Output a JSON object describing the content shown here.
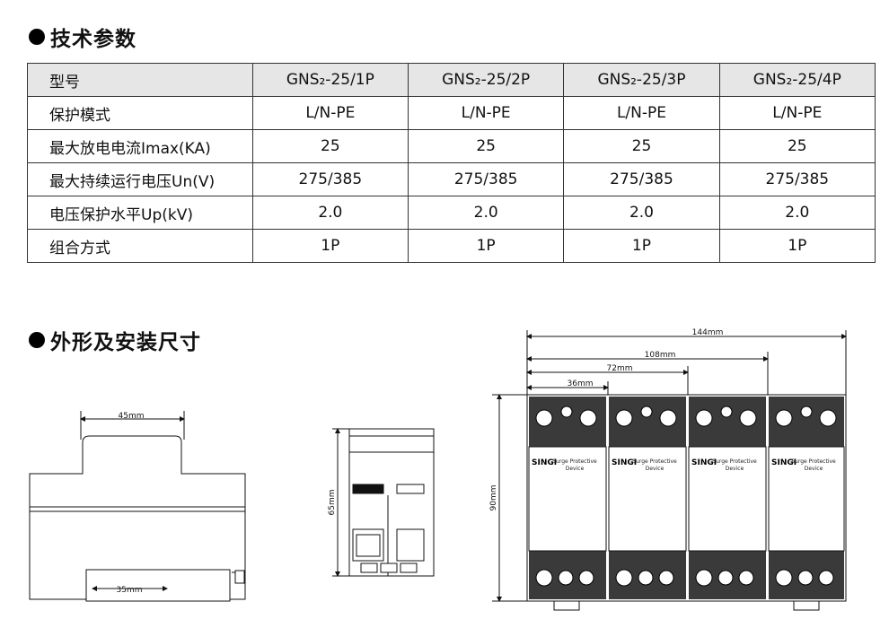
{
  "section_tech": "技术参数",
  "section_dims": "外形及安装尺寸",
  "table": {
    "header_label": "型号",
    "models": [
      "GNS₂-25/1P",
      "GNS₂-25/2P",
      "GNS₂-25/3P",
      "GNS₂-25/4P"
    ],
    "rows": [
      {
        "label": "保护模式",
        "values": [
          "L/N-PE",
          "L/N-PE",
          "L/N-PE",
          "L/N-PE"
        ]
      },
      {
        "label": "最大放电电流Imax(KA)",
        "values": [
          "25",
          "25",
          "25",
          "25"
        ]
      },
      {
        "label": "最大持续运行电压Un(V)",
        "values": [
          "275/385",
          "275/385",
          "275/385",
          "275/385"
        ]
      },
      {
        "label": "电压保护水平Up(kV)",
        "values": [
          "2.0",
          "2.0",
          "2.0",
          "2.0"
        ]
      },
      {
        "label": "组合方式",
        "values": [
          "1P",
          "1P",
          "1P",
          "1P"
        ]
      }
    ]
  },
  "dimensions": {
    "side_top": "45mm",
    "side_bottom": "35mm",
    "front_height": "65mm",
    "total_width": "144mm",
    "w108": "108mm",
    "w72": "72mm",
    "w36": "36mm",
    "height": "90mm"
  },
  "module": {
    "brand": "SINGI",
    "desc_line1": "Surge Protective",
    "desc_line2": "Device"
  }
}
